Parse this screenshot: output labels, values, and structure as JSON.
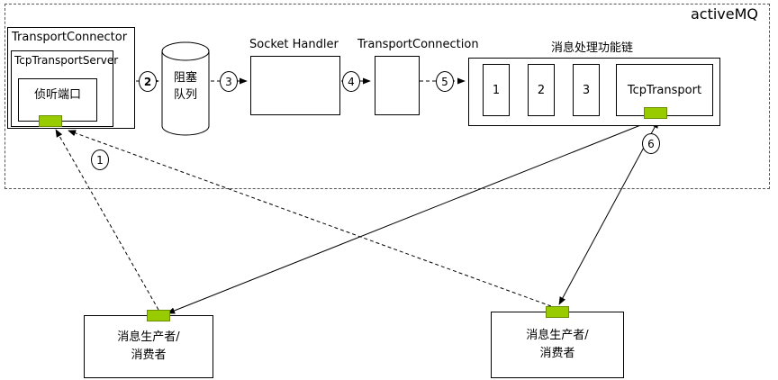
{
  "title": "activeMQ",
  "diagram": {
    "transport_connector": "TransportConnector",
    "tcp_transport_server": "TcpTransportServer",
    "listen_port": "侦听端口",
    "queue": {
      "line1": "阻塞",
      "line2": "队列"
    },
    "socket_handler": "Socket Handler",
    "transport_connection": "TransportConnection",
    "chain_title": "消息处理功能链",
    "chain_items": [
      "1",
      "2",
      "3"
    ],
    "tcp_transport": "TcpTransport",
    "producer_left": {
      "line1": "消息生产者/",
      "line2": "消费者"
    },
    "producer_right": {
      "line1": "消息生产者/",
      "line2": "消费者"
    },
    "steps": [
      "1",
      "2",
      "3",
      "4",
      "5",
      "6"
    ]
  },
  "colors": {
    "connector_green": "#99CC00",
    "line": "#000000",
    "boundary_dash": "#555555"
  }
}
